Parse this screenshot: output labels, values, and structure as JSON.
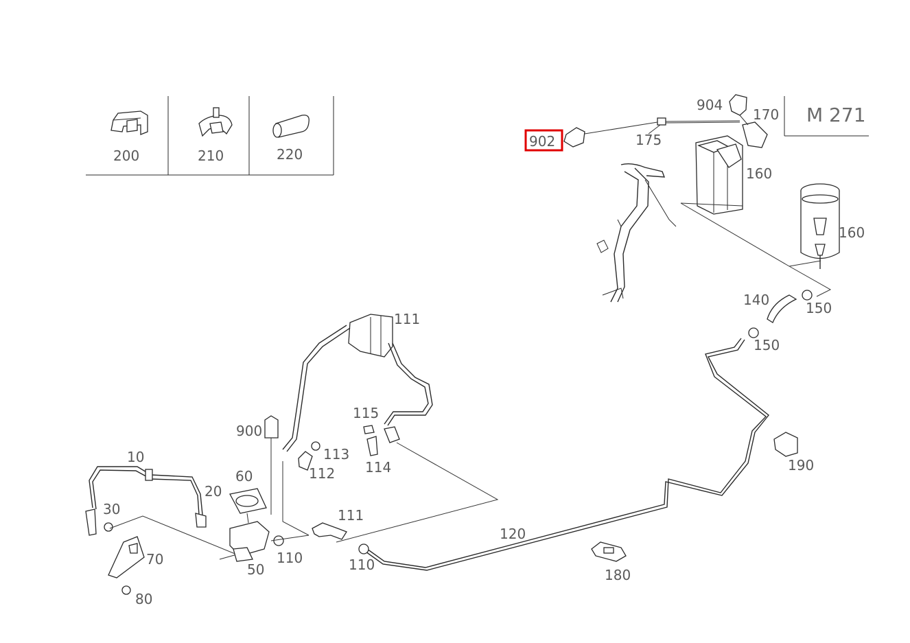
{
  "engine_label": "M 271",
  "highlight_color": "#e00000",
  "legend": [
    {
      "id": "200",
      "label": "200",
      "icon": "clip-bracket-icon"
    },
    {
      "id": "210",
      "label": "210",
      "icon": "hose-clip-icon"
    },
    {
      "id": "220",
      "label": "220",
      "icon": "hose-sleeve-icon"
    }
  ],
  "callouts": {
    "c10": "10",
    "c20": "20",
    "c30": "30",
    "c50": "50",
    "c60": "60",
    "c70": "70",
    "c80": "80",
    "c110a": "110",
    "c110b": "110",
    "c111a": "111",
    "c111b": "111",
    "c112": "112",
    "c113": "113",
    "c114": "114",
    "c115": "115",
    "c120": "120",
    "c140": "140",
    "c150a": "150",
    "c150b": "150",
    "c160a": "160",
    "c160b": "160",
    "c170": "170",
    "c175": "175",
    "c180": "180",
    "c190": "190",
    "c900": "900",
    "c902": "902",
    "c904": "904"
  },
  "selected_callout": "902"
}
